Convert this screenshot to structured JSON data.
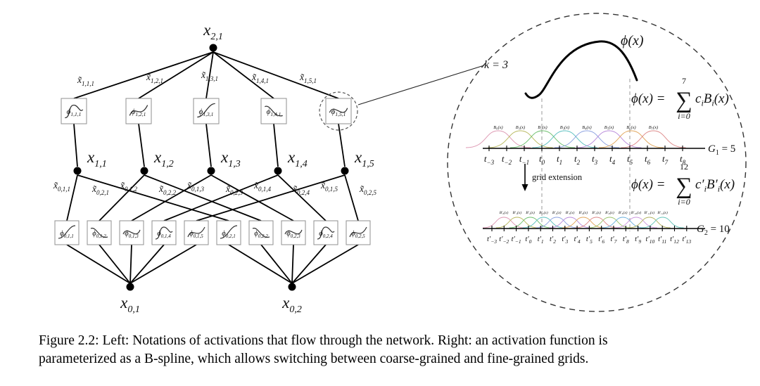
{
  "caption": {
    "line1": "Figure 2.2: Left: Notations of activations that flow through the network. Right: an activation function is",
    "line2": "parameterized as a B-spline, which allows switching between coarse-grained and fine-grained grids."
  },
  "colors": {
    "edge": "#000000",
    "box_border": "#8f8f8f",
    "activation_red": "#c0392b",
    "preactivation_blue": "#5b9bd5",
    "dash": "#333333",
    "guide": "#999999"
  },
  "left": {
    "output_node": {
      "base": "x",
      "sub": "2,1"
    },
    "upper_edge_labels": [
      {
        "base": "x̃",
        "sub": "1,1,1"
      },
      {
        "base": "x̃",
        "sub": "1,2,1"
      },
      {
        "base": "x̃",
        "sub": "1,3,1"
      },
      {
        "base": "x̃",
        "sub": "1,4,1"
      },
      {
        "base": "x̃",
        "sub": "1,5,1"
      }
    ],
    "upper_boxes": [
      {
        "base": "ϕ",
        "sub": "1,1,1"
      },
      {
        "base": "ϕ",
        "sub": "1,2,1"
      },
      {
        "base": "ϕ",
        "sub": "1,3,1"
      },
      {
        "base": "ϕ",
        "sub": "1,4,1"
      },
      {
        "base": "ϕ",
        "sub": "1,5,1"
      }
    ],
    "mid_nodes": [
      {
        "base": "x",
        "sub": "1,1"
      },
      {
        "base": "x",
        "sub": "1,2"
      },
      {
        "base": "x",
        "sub": "1,3"
      },
      {
        "base": "x",
        "sub": "1,4"
      },
      {
        "base": "x",
        "sub": "1,5"
      }
    ],
    "lower_edge_labels": [
      {
        "base": "x̃",
        "sub": "0,1,1"
      },
      {
        "base": "x̃",
        "sub": "0,2,1"
      },
      {
        "base": "x̃",
        "sub": "0,1,2"
      },
      {
        "base": "x̃",
        "sub": "0,2,2"
      },
      {
        "base": "x̃",
        "sub": "0,1,3"
      },
      {
        "base": "x̃",
        "sub": "0,2,3"
      },
      {
        "base": "x̃",
        "sub": "0,1,4"
      },
      {
        "base": "x̃",
        "sub": "0,2,4"
      },
      {
        "base": "x̃",
        "sub": "0,1,5"
      },
      {
        "base": "x̃",
        "sub": "0,2,5"
      }
    ],
    "lower_boxes": [
      {
        "base": "ϕ",
        "sub": "0,1,1"
      },
      {
        "base": "ϕ",
        "sub": "0,1,2"
      },
      {
        "base": "ϕ",
        "sub": "0,1,3"
      },
      {
        "base": "ϕ",
        "sub": "0,1,4"
      },
      {
        "base": "ϕ",
        "sub": "0,1,5"
      },
      {
        "base": "ϕ",
        "sub": "0,2,1"
      },
      {
        "base": "ϕ",
        "sub": "0,2,2"
      },
      {
        "base": "ϕ",
        "sub": "0,2,3"
      },
      {
        "base": "ϕ",
        "sub": "0,2,4"
      },
      {
        "base": "ϕ",
        "sub": "0,2,5"
      }
    ],
    "input_nodes": [
      {
        "base": "x",
        "sub": "0,1"
      },
      {
        "base": "x",
        "sub": "0,2"
      }
    ]
  },
  "right": {
    "k_label": "k = 3",
    "curve_label": "ϕ(x)",
    "grid_extension_label": "grid extension",
    "formula_coarse": {
      "lhs": "ϕ(x) =",
      "sigma": "∑",
      "limit_top": "7",
      "limit_bottom": "i=0",
      "coef": "c",
      "coef_sub": "i",
      "basis": "B",
      "basis_sub": "i",
      "arg": "(x)"
    },
    "formula_fine": {
      "lhs": "ϕ(x) =",
      "sigma": "∑",
      "limit_top": "12",
      "limit_bottom": "i=0",
      "coef": "c′",
      "coef_sub": "i",
      "basis": "B′",
      "basis_sub": "i",
      "arg": "(x)"
    },
    "coarse_axis": {
      "grid_label": {
        "base": "G",
        "sub": "1",
        "rest": " = 5"
      },
      "ticks": [
        {
          "base": "t",
          "sub": "−3"
        },
        {
          "base": "t",
          "sub": "−2"
        },
        {
          "base": "t",
          "sub": "−1"
        },
        {
          "base": "t",
          "sub": "0"
        },
        {
          "base": "t",
          "sub": "1"
        },
        {
          "base": "t",
          "sub": "2"
        },
        {
          "base": "t",
          "sub": "3"
        },
        {
          "base": "t",
          "sub": "4"
        },
        {
          "base": "t",
          "sub": "5"
        },
        {
          "base": "t",
          "sub": "6"
        },
        {
          "base": "t",
          "sub": "7"
        },
        {
          "base": "t",
          "sub": "8"
        }
      ],
      "basis_labels": [
        {
          "text": "B₀(x)",
          "color": "#d98ba8"
        },
        {
          "text": "B₁(x)",
          "color": "#b0b04a"
        },
        {
          "text": "B₂(x)",
          "color": "#5cb85c"
        },
        {
          "text": "B₃(x)",
          "color": "#46b8b8"
        },
        {
          "text": "B₄(x)",
          "color": "#7d96dd"
        },
        {
          "text": "B₅(x)",
          "color": "#b07cd6"
        },
        {
          "text": "B₆(x)",
          "color": "#dd9a46"
        },
        {
          "text": "B₇(x)",
          "color": "#d97b7b"
        }
      ]
    },
    "fine_axis": {
      "grid_label": {
        "base": "G",
        "sub": "2",
        "rest": " = 10"
      },
      "ticks": [
        {
          "base": "t′",
          "sub": "−3"
        },
        {
          "base": "t′",
          "sub": "−2"
        },
        {
          "base": "t′",
          "sub": "−1"
        },
        {
          "base": "t′",
          "sub": "0"
        },
        {
          "base": "t′",
          "sub": "1"
        },
        {
          "base": "t′",
          "sub": "2"
        },
        {
          "base": "t′",
          "sub": "3"
        },
        {
          "base": "t′",
          "sub": "4"
        },
        {
          "base": "t′",
          "sub": "5"
        },
        {
          "base": "t′",
          "sub": "6"
        },
        {
          "base": "t′",
          "sub": "7"
        },
        {
          "base": "t′",
          "sub": "8"
        },
        {
          "base": "t′",
          "sub": "9"
        },
        {
          "base": "t′",
          "sub": "10"
        },
        {
          "base": "t′",
          "sub": "11"
        },
        {
          "base": "t′",
          "sub": "12"
        },
        {
          "base": "t′",
          "sub": "13"
        }
      ],
      "basis_labels": [
        {
          "text": "B′₀(x)",
          "color": "#d98ba8"
        },
        {
          "text": "B′₁(x)",
          "color": "#b0b04a"
        },
        {
          "text": "B′₂(x)",
          "color": "#5cb85c"
        },
        {
          "text": "B′₃(x)",
          "color": "#46b8b8"
        },
        {
          "text": "B′₄(x)",
          "color": "#7d96dd"
        },
        {
          "text": "B′₅(x)",
          "color": "#b07cd6"
        },
        {
          "text": "B′₆(x)",
          "color": "#dd9a46"
        },
        {
          "text": "B′₇(x)",
          "color": "#d97b7b"
        },
        {
          "text": "B′₈(x)",
          "color": "#8fbc5a"
        },
        {
          "text": "B′₉(x)",
          "color": "#5aa7d9"
        },
        {
          "text": "B′₁₀(x)",
          "color": "#c78bd9"
        },
        {
          "text": "B′₁₁(x)",
          "color": "#a8a84a"
        },
        {
          "text": "B′₁₂(x)",
          "color": "#52bdb0"
        }
      ]
    }
  }
}
